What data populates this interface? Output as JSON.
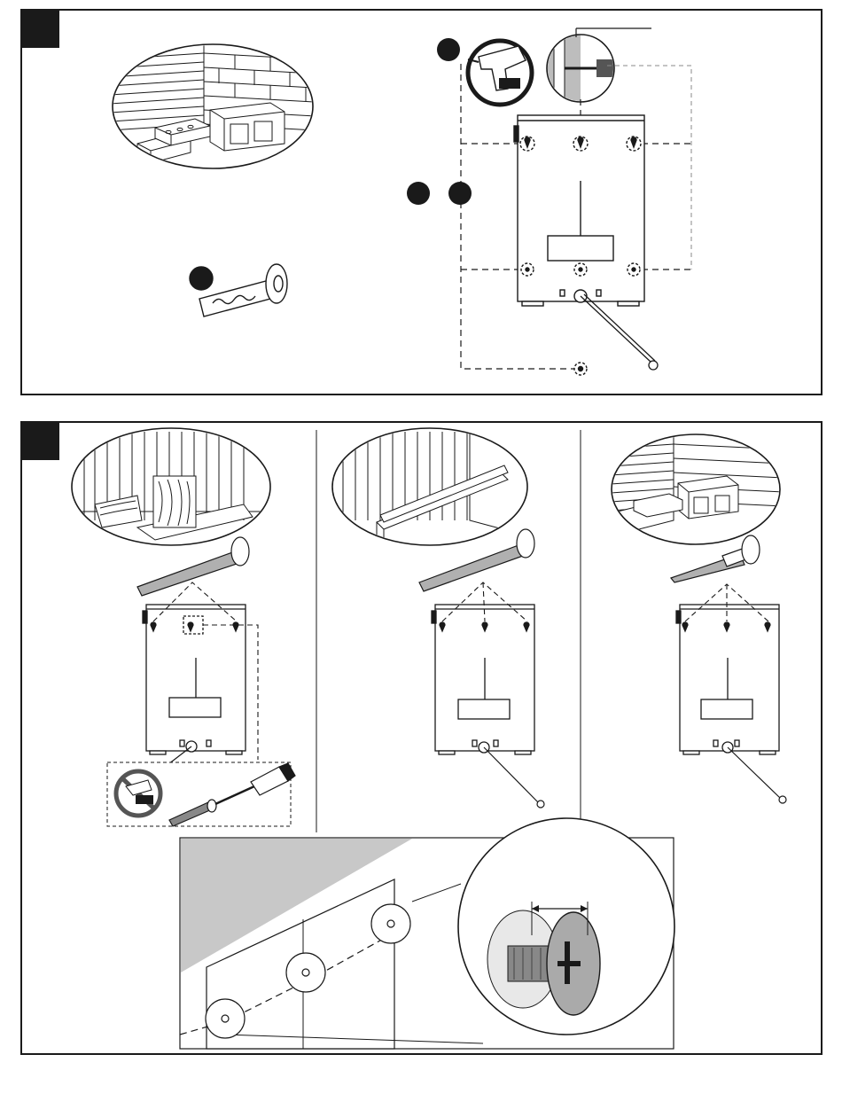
{
  "document": {
    "type": "installation-diagram",
    "steps": [
      {
        "id": "step-1",
        "text": "",
        "callouts": [
          "wall-type-masonry",
          "wall-anchor",
          "drill",
          "screw-depth-detail",
          "mounting-holes"
        ]
      },
      {
        "id": "step-2",
        "text": "",
        "callouts": [
          "wall-type-wood",
          "wall-type-metal-stud",
          "wall-type-masonry",
          "screw-head-clearance-detail"
        ]
      }
    ],
    "colors": {
      "ink": "#1a1a1a",
      "panel_bg": "#ffffff",
      "shade": "#bdbdbd",
      "dark_shade": "#8a8a8a"
    },
    "icons": [
      "brick-wall-icon",
      "wood-stud-icon",
      "metal-stud-icon",
      "wall-anchor-icon",
      "drill-icon",
      "no-drill-icon",
      "screwdriver-icon",
      "screw-icon",
      "ground-wire-icon"
    ]
  }
}
